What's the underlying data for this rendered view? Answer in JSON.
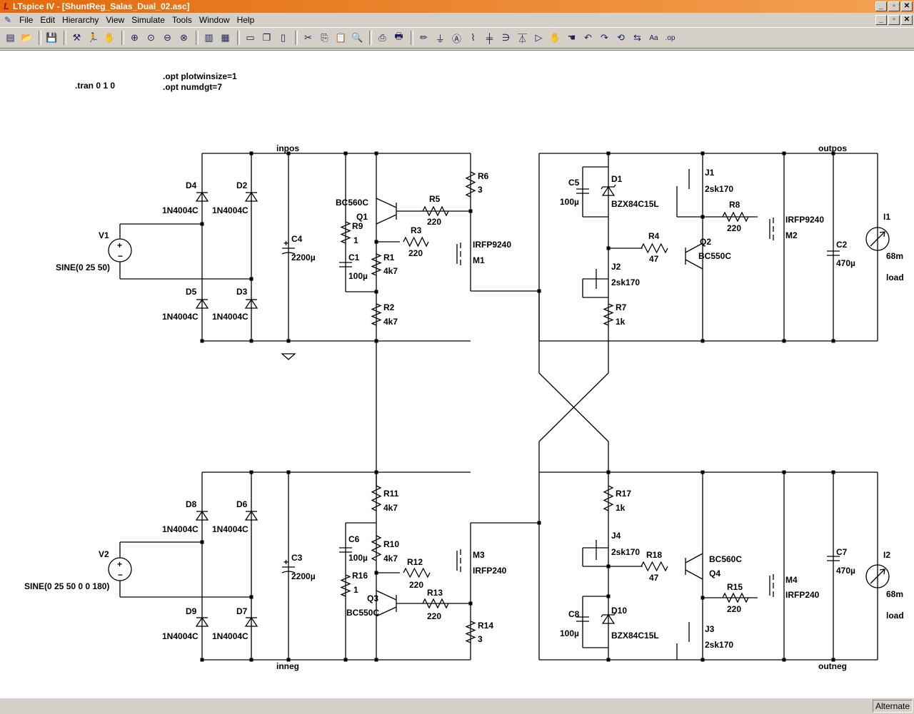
{
  "window": {
    "title": "LTspice IV - [ShuntReg_Salas_Dual_02.asc]",
    "controls": {
      "minimize": "_",
      "maximize": "▫",
      "close": "✕"
    }
  },
  "menu": {
    "items": [
      "File",
      "Edit",
      "Hierarchy",
      "View",
      "Simulate",
      "Tools",
      "Window",
      "Help"
    ]
  },
  "toolbar": {
    "buttons": [
      "new-schematic-icon",
      "open-icon",
      "save-icon",
      "control-panel-icon",
      "run-icon",
      "halt-icon",
      "zoom-in-icon",
      "pan-icon",
      "zoom-out-icon",
      "zoom-fit-icon",
      "waveform-icon",
      "autorange-icon",
      "tile-horizontal-icon",
      "cascade-icon",
      "tile-vertical-icon",
      "cut-icon",
      "copy-icon",
      "paste-icon",
      "find-icon",
      "print-setup-icon",
      "print-icon",
      "wire-icon",
      "ground-icon",
      "label-icon",
      "resistor-icon",
      "capacitor-icon",
      "inductor-icon",
      "diode-icon",
      "component-icon",
      "move-icon",
      "drag-icon",
      "undo-icon",
      "redo-icon",
      "rotate-icon",
      "mirror-icon",
      "text-icon",
      "spice-directive-icon"
    ]
  },
  "status": {
    "text": "Alternate"
  },
  "schematic": {
    "directives": {
      "tran": ".tran 0 1 0",
      "opt1": ".opt plotwinsize=1",
      "opt2": ".opt numdgt=7"
    },
    "nets": {
      "inpos": "inpos",
      "inneg": "inneg",
      "outpos": "outpos",
      "outneg": "outneg"
    },
    "components": {
      "D4": {
        "ref": "D4",
        "value": "1N4004C"
      },
      "D2": {
        "ref": "D2",
        "value": "1N4004C"
      },
      "D5": {
        "ref": "D5",
        "value": "1N4004C"
      },
      "D3": {
        "ref": "D3",
        "value": "1N4004C"
      },
      "D8": {
        "ref": "D8",
        "value": "1N4004C"
      },
      "D6": {
        "ref": "D6",
        "value": "1N4004C"
      },
      "D9": {
        "ref": "D9",
        "value": "1N4004C"
      },
      "D7": {
        "ref": "D7",
        "value": "1N4004C"
      },
      "V1": {
        "ref": "V1",
        "value": "SINE(0 25 50)"
      },
      "V2": {
        "ref": "V2",
        "value": "SINE(0 25 50 0 0 180)"
      },
      "C4": {
        "ref": "C4",
        "value": "2200µ"
      },
      "C3": {
        "ref": "C3",
        "value": "2200µ"
      },
      "Q1": {
        "ref": "Q1",
        "value": "BC560C"
      },
      "R9": {
        "ref": "R9",
        "value": "1"
      },
      "C1": {
        "ref": "C1",
        "value": "100µ"
      },
      "R1": {
        "ref": "R1",
        "value": "4k7"
      },
      "R2": {
        "ref": "R2",
        "value": "4k7"
      },
      "R5": {
        "ref": "R5",
        "value": "220"
      },
      "R3": {
        "ref": "R3",
        "value": "220"
      },
      "R6": {
        "ref": "R6",
        "value": "3"
      },
      "M1": {
        "ref": "M1",
        "value": "IRFP9240"
      },
      "C5": {
        "ref": "C5",
        "value": "100µ"
      },
      "D1": {
        "ref": "D1",
        "value": "BZX84C15L"
      },
      "J1": {
        "ref": "J1",
        "value": "2sk170"
      },
      "R8": {
        "ref": "R8",
        "value": "220"
      },
      "M2": {
        "ref": "M2",
        "value": "IRFP9240"
      },
      "R4": {
        "ref": "R4",
        "value": "47"
      },
      "Q2": {
        "ref": "Q2",
        "value": "BC550C"
      },
      "J2": {
        "ref": "J2",
        "value": "2sk170"
      },
      "R7": {
        "ref": "R7",
        "value": "1k"
      },
      "C2": {
        "ref": "C2",
        "value": "470µ"
      },
      "I1": {
        "ref": "I1",
        "value": "68m",
        "extra": "load"
      },
      "R11": {
        "ref": "R11",
        "value": "4k7"
      },
      "C6": {
        "ref": "C6",
        "value": "100µ"
      },
      "R10": {
        "ref": "R10",
        "value": "4k7"
      },
      "R16": {
        "ref": "R16",
        "value": "1"
      },
      "R12": {
        "ref": "R12",
        "value": "220"
      },
      "M3": {
        "ref": "M3",
        "value": "IRFP240"
      },
      "Q3": {
        "ref": "Q3",
        "value": "BC550C"
      },
      "R13": {
        "ref": "R13",
        "value": "220"
      },
      "R14": {
        "ref": "R14",
        "value": "3"
      },
      "R17": {
        "ref": "R17",
        "value": "1k"
      },
      "J4": {
        "ref": "J4",
        "value": "2sk170"
      },
      "R18": {
        "ref": "R18",
        "value": "47"
      },
      "Q4": {
        "ref": "Q4",
        "value": "BC560C"
      },
      "R15": {
        "ref": "R15",
        "value": "220"
      },
      "M4": {
        "ref": "M4",
        "value": "IRFP240"
      },
      "C8": {
        "ref": "C8",
        "value": "100µ"
      },
      "D10": {
        "ref": "D10",
        "value": "BZX84C15L"
      },
      "J3": {
        "ref": "J3",
        "value": "2sk170"
      },
      "C7": {
        "ref": "C7",
        "value": "470µ"
      },
      "I2": {
        "ref": "I2",
        "value": "68m",
        "extra": "load"
      }
    }
  }
}
